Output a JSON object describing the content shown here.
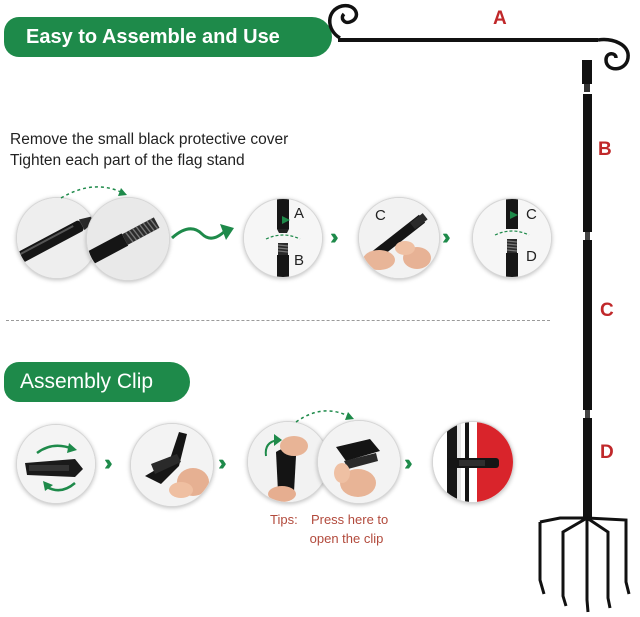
{
  "sections": {
    "assemble_title": "Easy to Assemble and Use",
    "clip_title": "Assembly Clip"
  },
  "instructions": [
    "Remove the small black protective cover",
    "Tighten each part of the flag stand"
  ],
  "step_labels": {
    "a": "A",
    "b": "B",
    "c": "C",
    "d": "D"
  },
  "tips": {
    "prefix": "Tips:",
    "line1": "Press here to",
    "line2": "open the clip"
  },
  "stand_parts": [
    "A",
    "B",
    "C",
    "D"
  ],
  "colors": {
    "accent_green": "#1e8a4a",
    "part_red": "#c0282a",
    "tips_red": "#b24a3c"
  }
}
